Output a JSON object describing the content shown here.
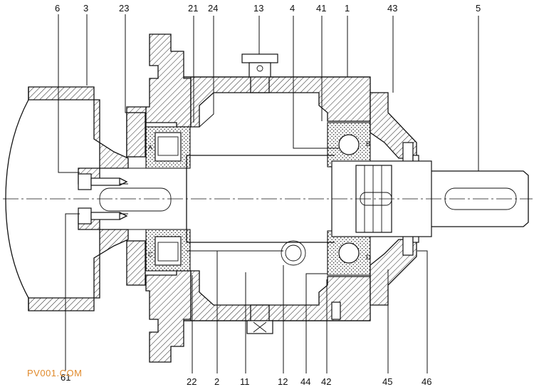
{
  "labels": {
    "l6": "6",
    "l3": "3",
    "l23": "23",
    "l21": "21",
    "l24": "24",
    "l13": "13",
    "l4": "4",
    "l41": "41",
    "l1": "1",
    "l43": "43",
    "l5": "5",
    "l61": "61",
    "l22": "22",
    "l2": "2",
    "l11": "11",
    "l12": "12",
    "l44": "44",
    "l42": "42",
    "l45": "45",
    "l46": "46"
  },
  "corners": {
    "a": "A",
    "b": "B",
    "c": "C",
    "d": "D"
  },
  "watermark": "PV001.COM"
}
